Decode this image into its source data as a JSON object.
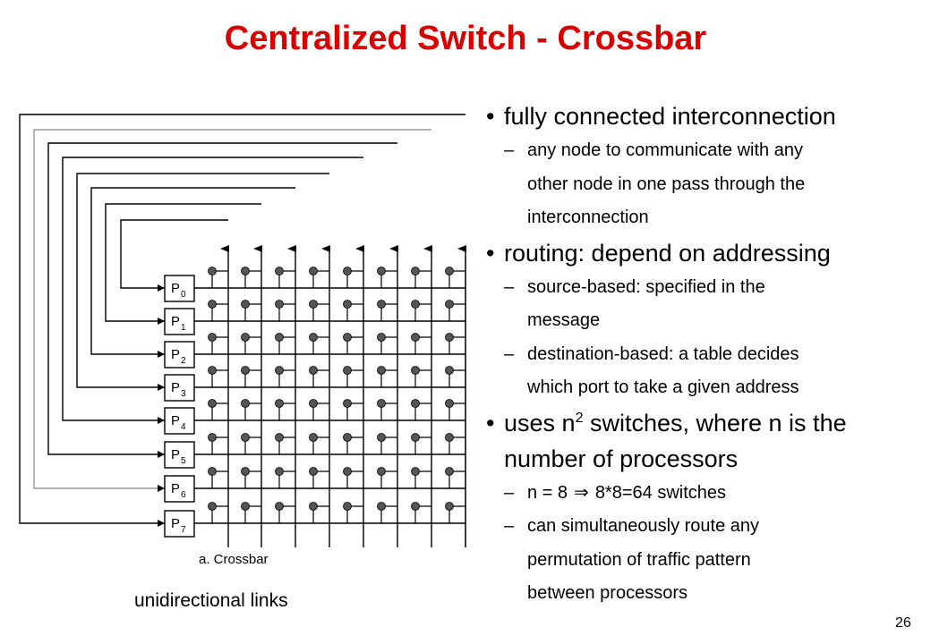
{
  "slide": {
    "title": "Centralized Switch - Crossbar",
    "caption": "unidirectional links",
    "page_number": "26"
  },
  "diagram": {
    "caption": "a. Crossbar",
    "processors": [
      {
        "letter": "P",
        "index": "0"
      },
      {
        "letter": "P",
        "index": "1"
      },
      {
        "letter": "P",
        "index": "2"
      },
      {
        "letter": "P",
        "index": "3"
      },
      {
        "letter": "P",
        "index": "4"
      },
      {
        "letter": "P",
        "index": "5"
      },
      {
        "letter": "P",
        "index": "6"
      },
      {
        "letter": "P",
        "index": "7"
      }
    ]
  },
  "bullets": [
    {
      "text": "fully connected interconnection",
      "subs": [
        "any node to communicate with any",
        "other node in one pass through the",
        "interconnection"
      ]
    },
    {
      "text": "routing: depend on addressing",
      "subs": [
        "source-based: specified in the",
        "message",
        "destination-based: a table decides",
        "which port to take a given address"
      ]
    },
    {
      "text_before": "uses n",
      "sup": "2",
      "text_after": " switches, where n is the",
      "text_line2": "number of processors",
      "subs": [
        "n = 8",
        "⇒",
        "8*8=64 switches",
        "can simultaneously route any",
        "permutation of traffic pattern",
        "between processors"
      ]
    }
  ],
  "marks": {
    "bullet": "•",
    "dash": "–"
  }
}
